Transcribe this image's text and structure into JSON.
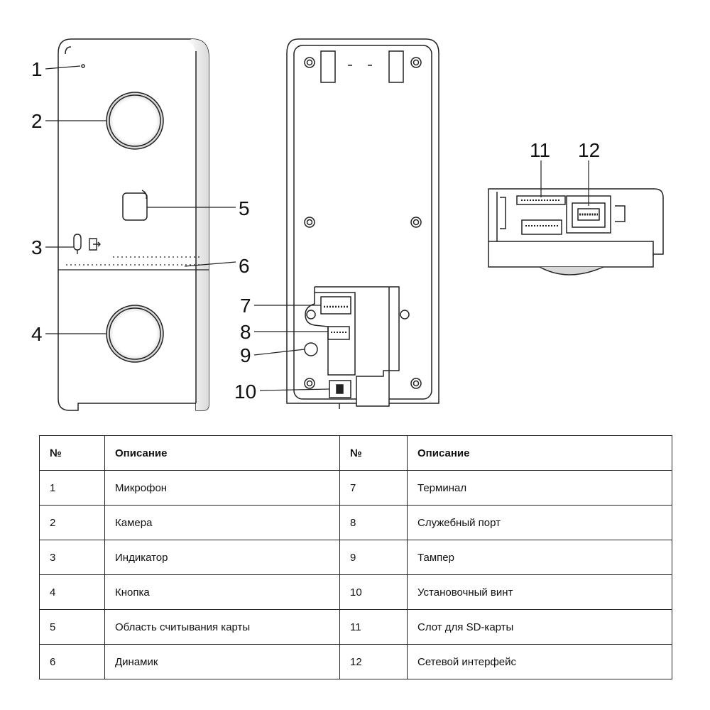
{
  "callouts": {
    "c1": "1",
    "c2": "2",
    "c3": "3",
    "c4": "4",
    "c5": "5",
    "c6": "6",
    "c7": "7",
    "c8": "8",
    "c9": "9",
    "c10": "10",
    "c11": "11",
    "c12": "12"
  },
  "table": {
    "headers": [
      "№",
      "Описание",
      "№",
      "Описание"
    ],
    "rows": [
      {
        "n1": "1",
        "d1": "Микрофон",
        "n2": "7",
        "d2": "Терминал"
      },
      {
        "n1": "2",
        "d1": "Камера",
        "n2": "8",
        "d2": "Служебный порт"
      },
      {
        "n1": "3",
        "d1": "Индикатор",
        "n2": "9",
        "d2": "Тампер"
      },
      {
        "n1": "4",
        "d1": "Кнопка",
        "n2": "10",
        "d2": "Установочный винт"
      },
      {
        "n1": "5",
        "d1": "Область считывания карты",
        "n2": "11",
        "d2": "Слот для SD-карты"
      },
      {
        "n1": "6",
        "d1": "Динамик",
        "n2": "12",
        "d2": "Сетевой интерфейс"
      }
    ]
  }
}
